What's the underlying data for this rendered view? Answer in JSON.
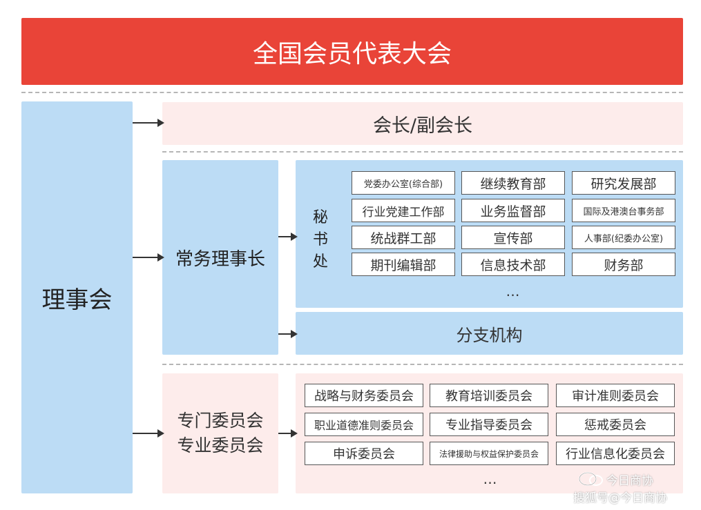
{
  "banner": "全国会员代表大会",
  "council": "理事会",
  "president": "会长/副会长",
  "standing_director": "常务理事长",
  "secretariat": {
    "label": [
      "秘",
      "书",
      "处"
    ],
    "departments": [
      [
        "党委办公室(综合部)",
        "继续教育部",
        "研究发展部"
      ],
      [
        "行业党建工作部",
        "业务监督部",
        "国际及港澳台事务部"
      ],
      [
        "统战群工部",
        "宣传部",
        "人事部(纪委办公室)"
      ],
      [
        "期刊编辑部",
        "信息技术部",
        "财务部"
      ]
    ],
    "more": "…"
  },
  "branches": "分支机构",
  "committees": {
    "label": [
      "专门委员会",
      "专业委员会"
    ],
    "items": [
      [
        "战略与财务委员会",
        "教育培训委员会",
        "审计准则委员会"
      ],
      [
        "职业道德准则委员会",
        "专业指导委员会",
        "惩戒委员会"
      ],
      [
        "申诉委员会",
        "法律援助与权益保护委员会",
        "行业信息化委员会"
      ]
    ],
    "more": "…"
  },
  "watermark": {
    "line1": "今日商协",
    "line2": "搜狐号@今日商协"
  },
  "colors": {
    "banner_red": "#e94438",
    "blue_box": "#bcdcf5",
    "pink_box": "#fdeceb"
  }
}
